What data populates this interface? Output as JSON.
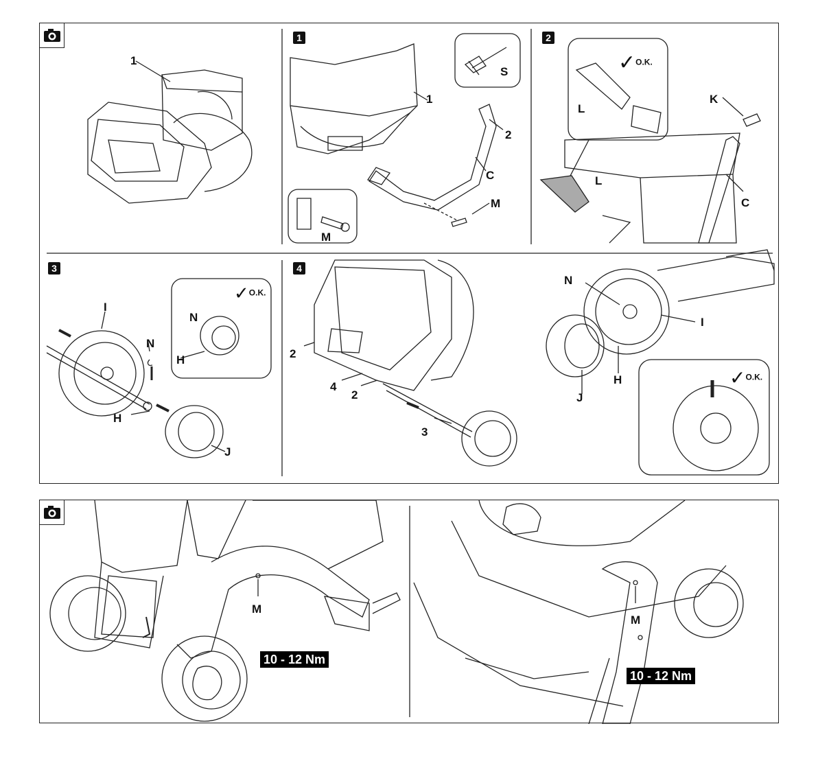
{
  "overview": {
    "icon": "camera-icon",
    "labels": {
      "part1": "1"
    }
  },
  "step1": {
    "number": "1",
    "labels": {
      "s": "S",
      "one": "1",
      "two": "2",
      "c": "C",
      "m": "M",
      "m_inset": "M"
    }
  },
  "step2": {
    "number": "2",
    "ok": "O.K.",
    "labels": {
      "l_top": "L",
      "k": "K",
      "l": "L",
      "c": "C"
    }
  },
  "step3": {
    "number": "3",
    "ok": "O.K.",
    "labels": {
      "i": "I",
      "n": "N",
      "h": "H",
      "j": "J",
      "n_inset": "N",
      "h_inset": "H"
    }
  },
  "step4": {
    "number": "4",
    "labels": {
      "two_a": "2",
      "four": "4",
      "two_b": "2",
      "three": "3"
    }
  },
  "step5": {
    "ok": "O.K.",
    "labels": {
      "n": "N",
      "i": "I",
      "h": "H",
      "j": "J"
    }
  },
  "bottom": {
    "icon": "camera-icon",
    "left": {
      "label_m": "M",
      "torque": "10 - 12 Nm"
    },
    "right": {
      "label_m": "M",
      "torque": "10 - 12 Nm"
    }
  }
}
